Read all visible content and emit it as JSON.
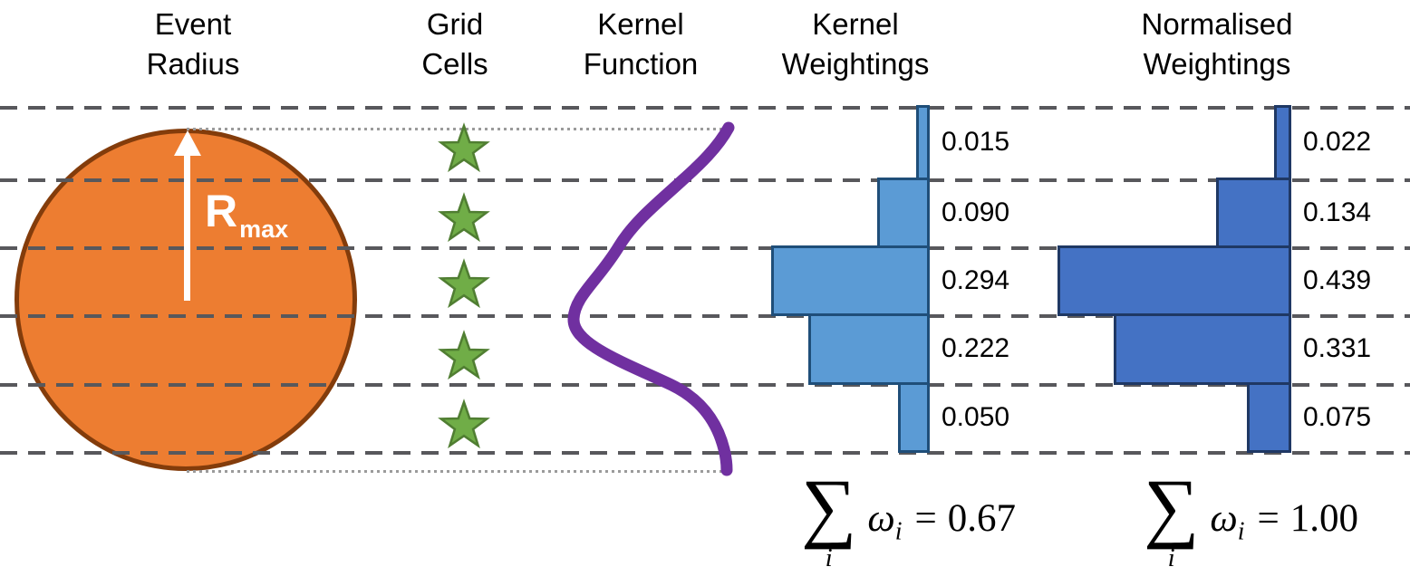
{
  "headers": [
    {
      "line1": "Event",
      "line2": "Radius"
    },
    {
      "line1": "Grid",
      "line2": "Cells"
    },
    {
      "line1": "Kernel",
      "line2": "Function"
    },
    {
      "line1": "Kernel",
      "line2": "Weightings"
    },
    {
      "line1": "Normalised",
      "line2": "Weightings"
    }
  ],
  "event_radius": {
    "radius_label": "R",
    "radius_label_sub": "max"
  },
  "grid_cells": {
    "star_count": 5
  },
  "chart_data": [
    {
      "type": "bar",
      "name": "Kernel Weightings",
      "orientation": "horizontal-left",
      "values": [
        0.015,
        0.09,
        0.294,
        0.222,
        0.05
      ],
      "value_labels": [
        "0.015",
        "0.090",
        "0.294",
        "0.222",
        "0.050"
      ],
      "sum_value": 0.67,
      "bar_color": "#5B9BD5",
      "bar_border_color": "#1F4E79"
    },
    {
      "type": "bar",
      "name": "Normalised Weightings",
      "orientation": "horizontal-left",
      "values": [
        0.022,
        0.134,
        0.439,
        0.331,
        0.075
      ],
      "value_labels": [
        "0.022",
        "0.134",
        "0.439",
        "0.331",
        "0.075"
      ],
      "sum_value": 1.0,
      "bar_color": "#4472C4",
      "bar_border_color": "#1F3864"
    }
  ],
  "sums": [
    {
      "sigma": "∑",
      "sigma_sub": "i",
      "omega": "ω",
      "omega_sub": "i",
      "equals": "=",
      "value": "0.67"
    },
    {
      "sigma": "∑",
      "sigma_sub": "i",
      "omega": "ω",
      "omega_sub": "i",
      "equals": "=",
      "value": "1.00"
    }
  ],
  "colors": {
    "circle_fill": "#ED7D31",
    "circle_border": "#833C0B",
    "star_fill": "#70AD47",
    "star_border": "#507E32",
    "kernel_curve": "#7030A0",
    "kernel_bars": "#5B9BD5",
    "kernel_bars_border": "#1F4E79",
    "normalised_bars": "#4472C4",
    "normalised_bars_border": "#1F3864",
    "dashed_line": "#58585C",
    "dotted_line": "#9B9B9B",
    "arrow": "#FFFFFF",
    "text": "#000000"
  }
}
